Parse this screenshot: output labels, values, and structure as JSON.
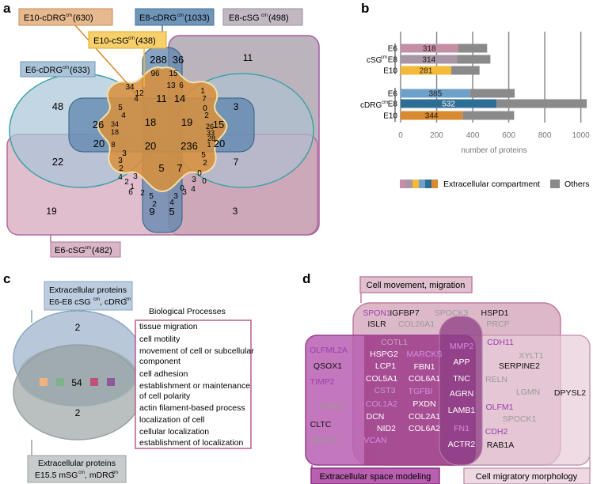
{
  "panel_labels": {
    "a": "a",
    "b": "b",
    "c": "c",
    "d": "d"
  },
  "colors": {
    "E6_sg": "#c58ea7",
    "E8_sg": "#a896a6",
    "E10_sg": "#f5b93a",
    "E6_drg": "#6fa0c8",
    "E8_drg": "#2f6e94",
    "E10_drg": "#d9892f",
    "others": "#8a8a8a",
    "cell_movement": "#d6a9bd",
    "ext_space": "#b85fb0",
    "migratory": "#e6c9d7",
    "purple_text": "#9a3fb0",
    "gray_text": "#9a9a9a"
  },
  "venn_a": {
    "label_E10_cDRG": "E10-cDRG",
    "label_E10_cDRG_count": "(630)",
    "label_E8_cDRG": "E8-cDRG",
    "label_E8_cDRG_count": "(1033)",
    "label_E8_cSG": "E8-cSG",
    "label_E8_cSG_count": "(498)",
    "label_E10_cSG": "E10-cSG",
    "label_E10_cSG_count": "(438)",
    "label_E6_cDRG": "E6-cDRG",
    "label_E6_cDRG_count": "(633)",
    "label_E6_cSG": "E6-cSG",
    "label_E6_cSG_count": "(482)",
    "superscript": "cm",
    "numbers": [
      {
        "v": "11"
      },
      {
        "v": "48"
      },
      {
        "v": "3"
      },
      {
        "v": "22"
      },
      {
        "v": "7"
      },
      {
        "v": "19"
      },
      {
        "v": "3"
      },
      {
        "v": "288"
      },
      {
        "v": "36"
      },
      {
        "v": "96"
      },
      {
        "v": "15"
      },
      {
        "v": "26"
      },
      {
        "v": "20"
      },
      {
        "v": "15"
      },
      {
        "v": "20"
      },
      {
        "v": "9"
      },
      {
        "v": "5"
      },
      {
        "v": "11"
      },
      {
        "v": "14"
      },
      {
        "v": "18"
      },
      {
        "v": "19"
      },
      {
        "v": "20"
      },
      {
        "v": "236"
      },
      {
        "v": "5"
      },
      {
        "v": "7"
      },
      {
        "v": "34"
      },
      {
        "v": "12"
      },
      {
        "v": "13"
      },
      {
        "v": "6"
      },
      {
        "v": "4"
      },
      {
        "v": "1"
      },
      {
        "v": "7"
      },
      {
        "v": "5"
      },
      {
        "v": "4"
      },
      {
        "v": "0"
      },
      {
        "v": "2"
      },
      {
        "v": "34"
      },
      {
        "v": "18"
      },
      {
        "v": "26"
      },
      {
        "v": "33"
      },
      {
        "v": "28"
      },
      {
        "v": "8"
      },
      {
        "v": "1"
      },
      {
        "v": "3"
      },
      {
        "v": "3"
      },
      {
        "v": "2"
      },
      {
        "v": "5"
      },
      {
        "v": "2"
      },
      {
        "v": "4"
      },
      {
        "v": "2"
      },
      {
        "v": "3"
      },
      {
        "v": "1"
      },
      {
        "v": "3"
      },
      {
        "v": "0"
      },
      {
        "v": "0"
      },
      {
        "v": "5"
      },
      {
        "v": "2"
      },
      {
        "v": "3"
      },
      {
        "v": "4"
      },
      {
        "v": "6"
      },
      {
        "v": "2"
      },
      {
        "v": "3"
      },
      {
        "v": "4"
      },
      {
        "v": "0"
      }
    ]
  },
  "chart_data": {
    "type": "bar",
    "orientation": "horizontal",
    "stacked": true,
    "groups": [
      {
        "name": "cSGcm",
        "rows": [
          "E6",
          "E8",
          "E10"
        ]
      },
      {
        "name": "cDRGcm",
        "rows": [
          "E6",
          "E8",
          "E10"
        ]
      }
    ],
    "group_label_base": {
      "cSG": "cSG",
      "cDRG": "cDRG",
      "sup": "cm"
    },
    "categories": [
      "cSG E6",
      "cSG E8",
      "cSG E10",
      "cDRG E6",
      "cDRG E8",
      "cDRG E10"
    ],
    "row_labels": [
      "E6",
      "E8",
      "E10",
      "E6",
      "E8",
      "E10"
    ],
    "series": [
      {
        "name": "Extracellular compartment",
        "values": [
          318,
          314,
          281,
          385,
          532,
          344
        ]
      },
      {
        "name": "Others",
        "values": [
          162,
          184,
          157,
          248,
          501,
          286
        ]
      }
    ],
    "totals": [
      480,
      498,
      438,
      633,
      1033,
      630
    ],
    "xlabel": "number of proteins",
    "xticks": [
      "0",
      "200",
      "400",
      "600",
      "800",
      "1000"
    ],
    "xlim": [
      0,
      1050
    ],
    "grid": true,
    "legend_position": "bottom"
  },
  "panel_c": {
    "top_label_line1": "Extracellular proteins",
    "top_label_line2a": "E6-E8 cSG",
    "top_label_line2b": ", cDRG",
    "sup": "cm",
    "bottom_label_line1": "Extracellular proteins",
    "bottom_label_line2a": "E15.5 mSG",
    "bottom_label_line2b": ", mDRG",
    "top_only": "2",
    "overlap": "54",
    "bottom_only": "2",
    "bp_title": "Biological Processes",
    "processes": [
      "tissue migration",
      "cell motility",
      "movement of cell or subcellular",
      "component",
      "cell adhesion",
      "establishment or maintenance",
      "of cell polarity",
      "actin filament-based process",
      "localization of cell",
      "cellular localization",
      "establishment of localization"
    ]
  },
  "panel_d": {
    "cell_movement_label": "Cell movement, migration",
    "ext_space_label": "Extracellular space modeling",
    "migratory_label": "Cell migratory morphology",
    "genes": [
      {
        "name": "SPON1",
        "c": "purple"
      },
      {
        "name": "ISLR",
        "c": "black"
      },
      {
        "name": "IGFBP7",
        "c": "black"
      },
      {
        "name": "COL26A1",
        "c": "gray"
      },
      {
        "name": "SPOCK3",
        "c": "gray"
      },
      {
        "name": "HSPD1",
        "c": "black"
      },
      {
        "name": "PRCP",
        "c": "gray"
      },
      {
        "name": "OLFML2A",
        "c": "purple"
      },
      {
        "name": "QSOX1",
        "c": "black"
      },
      {
        "name": "TIMP2",
        "c": "purple"
      },
      {
        "name": "NPC2",
        "c": "gray"
      },
      {
        "name": "CLTC",
        "c": "black"
      },
      {
        "name": "APLP2",
        "c": "gray"
      },
      {
        "name": "COTL1",
        "c": "gray"
      },
      {
        "name": "HSPG2",
        "c": "black"
      },
      {
        "name": "LCP1",
        "c": "black"
      },
      {
        "name": "COL5A1",
        "c": "black"
      },
      {
        "name": "CST3",
        "c": "gray"
      },
      {
        "name": "COL1A2",
        "c": "purple"
      },
      {
        "name": "DCN",
        "c": "black"
      },
      {
        "name": "NID2",
        "c": "black"
      },
      {
        "name": "VCAN",
        "c": "purple"
      },
      {
        "name": "MARCKS",
        "c": "purple"
      },
      {
        "name": "FBN1",
        "c": "black"
      },
      {
        "name": "COL6A1",
        "c": "black"
      },
      {
        "name": "TGFBI",
        "c": "purple"
      },
      {
        "name": "PXDN",
        "c": "black"
      },
      {
        "name": "COL2A1",
        "c": "black"
      },
      {
        "name": "COL6A2",
        "c": "black"
      },
      {
        "name": "MMP2",
        "c": "purple"
      },
      {
        "name": "APP",
        "c": "black"
      },
      {
        "name": "TNC",
        "c": "black"
      },
      {
        "name": "AGRN",
        "c": "black"
      },
      {
        "name": "LAMB1",
        "c": "black"
      },
      {
        "name": "FN1",
        "c": "purple"
      },
      {
        "name": "ACTR2",
        "c": "black"
      },
      {
        "name": "CDH11",
        "c": "purple"
      },
      {
        "name": "XYLT1",
        "c": "gray"
      },
      {
        "name": "SERPINE2",
        "c": "black"
      },
      {
        "name": "RELN",
        "c": "gray"
      },
      {
        "name": "LGMN",
        "c": "gray"
      },
      {
        "name": "OLFM1",
        "c": "purple"
      },
      {
        "name": "SPOCK1",
        "c": "gray"
      },
      {
        "name": "CDH2",
        "c": "purple"
      },
      {
        "name": "RAB1A",
        "c": "black"
      },
      {
        "name": "DPYSL2",
        "c": "black"
      }
    ]
  }
}
